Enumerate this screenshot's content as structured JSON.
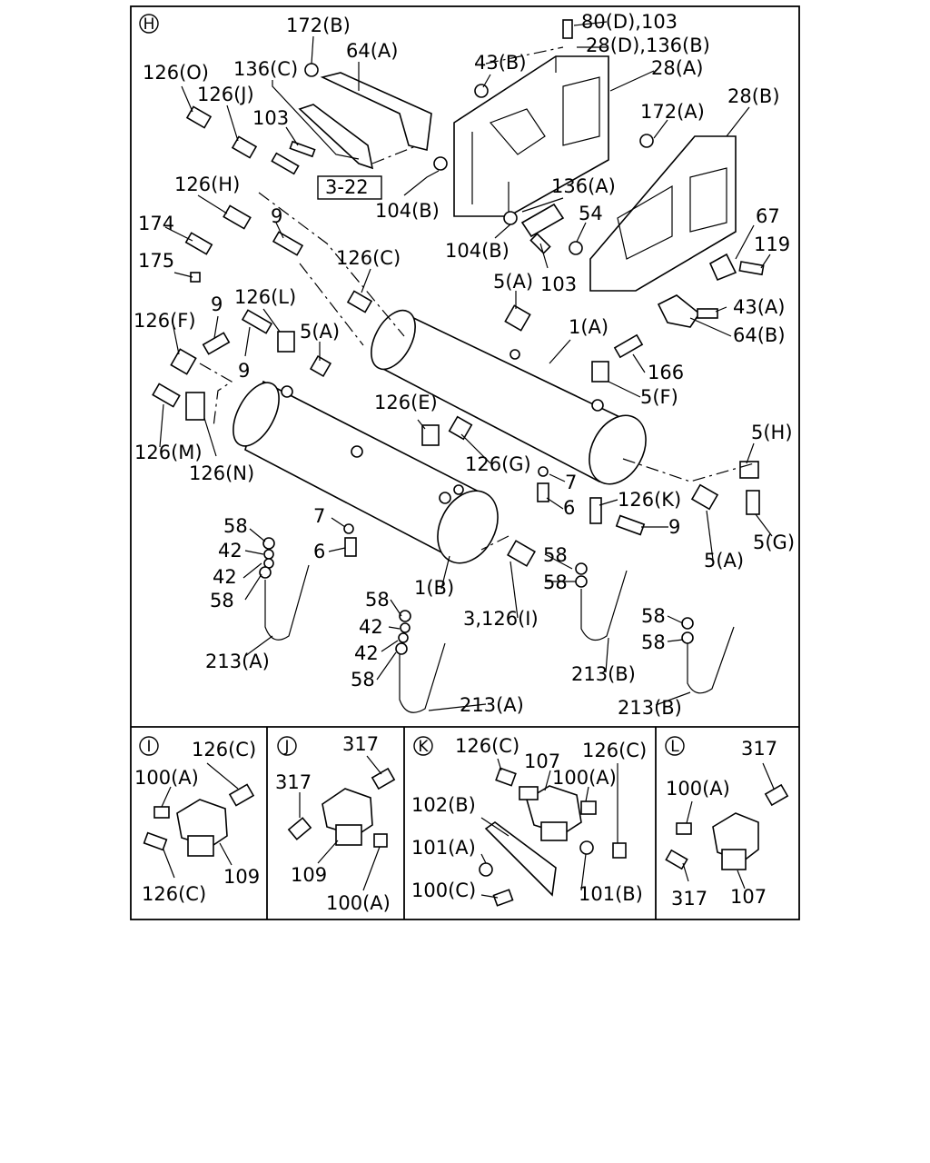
{
  "main": {
    "section_id": "H",
    "ref_box": "3-22",
    "labels": [
      "172(B)",
      "80(D),103",
      "28(D),136(B)",
      "64(A)",
      "43(B)",
      "28(A)",
      "126(O)",
      "136(C)",
      "126(J)",
      "28(B)",
      "103",
      "172(A)",
      "104(B)",
      "136(A)",
      "126(H)",
      "54",
      "67",
      "9",
      "174",
      "104(B)",
      "119",
      "175",
      "126(C)",
      "5(A)",
      "103",
      "43(A)",
      "126(L)",
      "9",
      "126(F)",
      "1(A)",
      "64(B)",
      "5(A)",
      "9",
      "166",
      "5(F)",
      "126(E)",
      "5(H)",
      "126(M)",
      "126(N)",
      "126(G)",
      "7",
      "126(K)",
      "6",
      "58",
      "7",
      "9",
      "5(A)",
      "5(G)",
      "42",
      "6",
      "58",
      "42",
      "58",
      "58",
      "1(B)",
      "58",
      "3,126(I)",
      "58",
      "42",
      "58",
      "42",
      "213(A)",
      "58",
      "213(B)",
      "213(A)",
      "213(B)"
    ]
  },
  "panels": [
    {
      "id": "I",
      "labels": [
        "126(C)",
        "100(A)",
        "109",
        "126(C)"
      ]
    },
    {
      "id": "J",
      "labels": [
        "317",
        "317",
        "109",
        "100(A)"
      ]
    },
    {
      "id": "K",
      "labels": [
        "126(C)",
        "107",
        "126(C)",
        "100(A)",
        "102(B)",
        "101(A)",
        "100(C)",
        "101(B)"
      ]
    },
    {
      "id": "L",
      "labels": [
        "317",
        "100(A)",
        "317",
        "107"
      ]
    }
  ]
}
